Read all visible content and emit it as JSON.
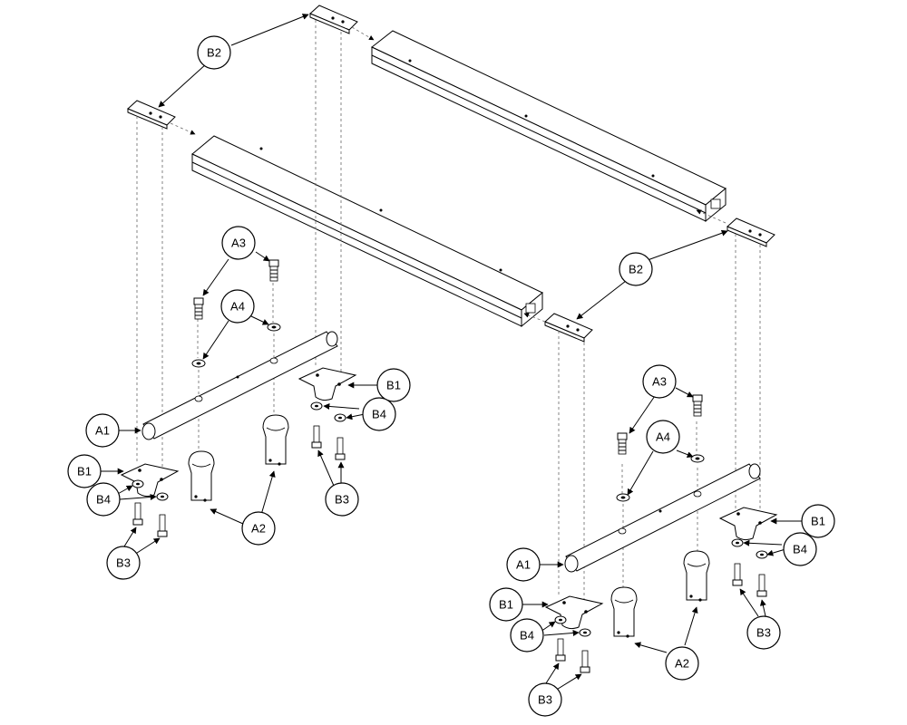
{
  "callouts": {
    "A1": "A1",
    "A2": "A2",
    "A3": "A3",
    "A4": "A4",
    "B1": "B1",
    "B2": "B2",
    "B3": "B3",
    "B4": "B4"
  },
  "colors": {
    "line": "#000000",
    "background": "#ffffff",
    "hidden_line": "#666666"
  }
}
